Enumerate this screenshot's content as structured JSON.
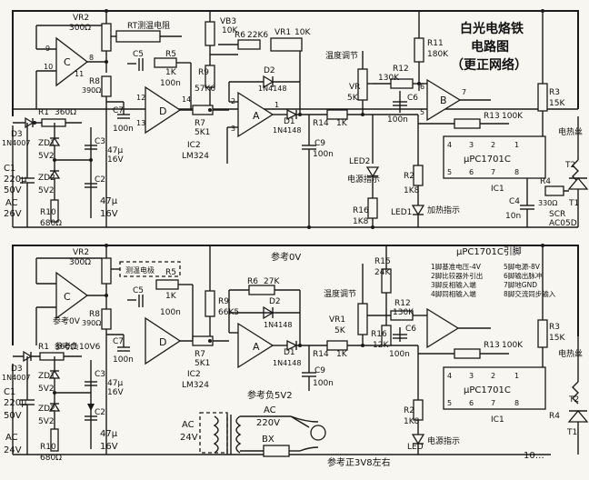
{
  "title": {
    "line1": "白光电烙铁",
    "line2": "电路图",
    "line3": "（更正网络）"
  },
  "top": {
    "vr2": "VR2",
    "vr2_val": "300Ω",
    "rt": "RT测温电阻",
    "vb3": "VB3",
    "vb3_val": "10K",
    "r5": "R5",
    "r5_val": "1K",
    "c5": "C5",
    "c5_val": "100n",
    "r6": "R6",
    "r6_val": "22K6",
    "vr1": "VR1",
    "vr1_val": "10K",
    "r9": "R9",
    "r9_val": "57K6",
    "d2": "D2",
    "d2_val": "1N4148",
    "r8": "R8",
    "r8_val": "390Ω",
    "c7": "C7",
    "c7_val": "100n",
    "r7": "R7",
    "r7_val": "5K1",
    "ic2": "IC2",
    "ic2_val": "LM324",
    "d1": "D1",
    "d1_val": "1N4148",
    "r14": "R14",
    "r14_val": "1K",
    "c9": "C9",
    "c9_val": "100n",
    "temp_adj": "温度调节",
    "vr": "VR",
    "vr_val": "5K",
    "r11": "R11",
    "r11_val": "180K",
    "r12": "R12",
    "r12_val": "130K",
    "c6": "C6",
    "c6_val": "100n",
    "r13": "R13",
    "r13_val": "100K",
    "ic1_part": "μPC1701C",
    "ic1": "IC1",
    "r3": "R3",
    "r3_val": "15K",
    "heater": "电热丝",
    "t1": "T1",
    "t2": "T2",
    "scr": "SCR",
    "scr_val": "AC05D",
    "r4": "R4",
    "r4_val": "330Ω",
    "c4": "C4",
    "c4_val": "10n",
    "led1": "LED1",
    "heat_ind": "加热指示",
    "led2": "LED2",
    "power_ind": "电源指示",
    "r2": "R2",
    "r2_val": "1K8",
    "r16": "R16",
    "r16_val": "1K8",
    "r1": "R1",
    "r1_val": "360Ω",
    "d3": "D3",
    "d3_val": "1N4007",
    "c1": "C1",
    "c1_val": "220μ",
    "c1_v": "50V",
    "ac": "AC",
    "ac_val": "26V",
    "zd1": "ZD1",
    "zd1_val": "5V2",
    "zd2": "ZD2",
    "zd2_val": "5V2",
    "c3": "C3",
    "c3_val": "47μ",
    "c3_v": "16V",
    "c2": "C2",
    "c2_val": "47μ",
    "c2_v": "16V",
    "r10": "R10",
    "r10_val": "680Ω"
  },
  "bottom": {
    "vr2": "VR2",
    "vr2_val": "300Ω",
    "rt": "测温电极",
    "ref0": "参考0V",
    "r5": "R5",
    "r5_val": "1K",
    "c5": "C5",
    "c5_val": "100n",
    "r9": "R9",
    "r9_val": "66K5",
    "r6": "R6",
    "r6_val": "27K",
    "d2": "D2",
    "d2_val": "1N4148",
    "r8": "R8",
    "r8_val": "390Ω",
    "ref0b": "参考0V",
    "refneg10": "参考负10V6",
    "c7": "C7",
    "c7_val": "100n",
    "r7": "R7",
    "r7_val": "5K1",
    "ic2": "IC2",
    "ic2_val": "LM324",
    "d1": "D1",
    "d1_val": "1N4148",
    "r14": "R14",
    "r14_val": "1K",
    "c9": "C9",
    "c9_val": "100n",
    "refneg5": "参考负5V2",
    "temp_adj": "温度调节",
    "vr1": "VR1",
    "vr1_val": "5K",
    "r15": "R15",
    "r15_val": "24K",
    "r12": "R12",
    "r12_val": "130K",
    "r16": "R16",
    "r16_val": "12K",
    "c6": "C6",
    "c6_val": "100n",
    "r13": "R13",
    "r13_val": "100K",
    "ic1_part": "μPC1701C",
    "ic1": "IC1",
    "r3": "R3",
    "r3_val": "15K",
    "heater": "电热丝",
    "t1": "T1",
    "t2": "T2",
    "r4": "R4",
    "r2": "R2",
    "r2_val": "1K8",
    "led": "LED",
    "power_ind": "电源指示",
    "ac_in": "AC",
    "ac_in_val": "24V",
    "ac_main": "AC",
    "ac_main_val": "220V",
    "bx": "BX",
    "refpos": "参考正3V8左右",
    "r1": "R1",
    "r1_val": "360Ω",
    "d3": "D3",
    "d3_val": "1N4007",
    "c1": "C1",
    "c1_val": "220μ",
    "c1_v": "50V",
    "ac": "AC",
    "ac_val": "24V",
    "zd1": "ZD1",
    "zd1_val": "5V2",
    "zd2": "ZD2",
    "zd2_val": "5V2",
    "c3": "C3",
    "c3_val": "47μ",
    "c3_v": "16V",
    "c2": "C2",
    "c2_val": "47μ",
    "c2_v": "16V",
    "r10": "R10",
    "r10_val": "680Ω",
    "tail": "10…"
  },
  "pinout": {
    "title": "μPC1701C引脚",
    "items": [
      "1脚基准电压-4V",
      "2脚比较器外引出",
      "3脚反相输入端",
      "4脚同相输入端",
      "5脚电源-8V",
      "6脚输出脉冲",
      "7脚地GND",
      "8脚交流同步输入"
    ]
  }
}
